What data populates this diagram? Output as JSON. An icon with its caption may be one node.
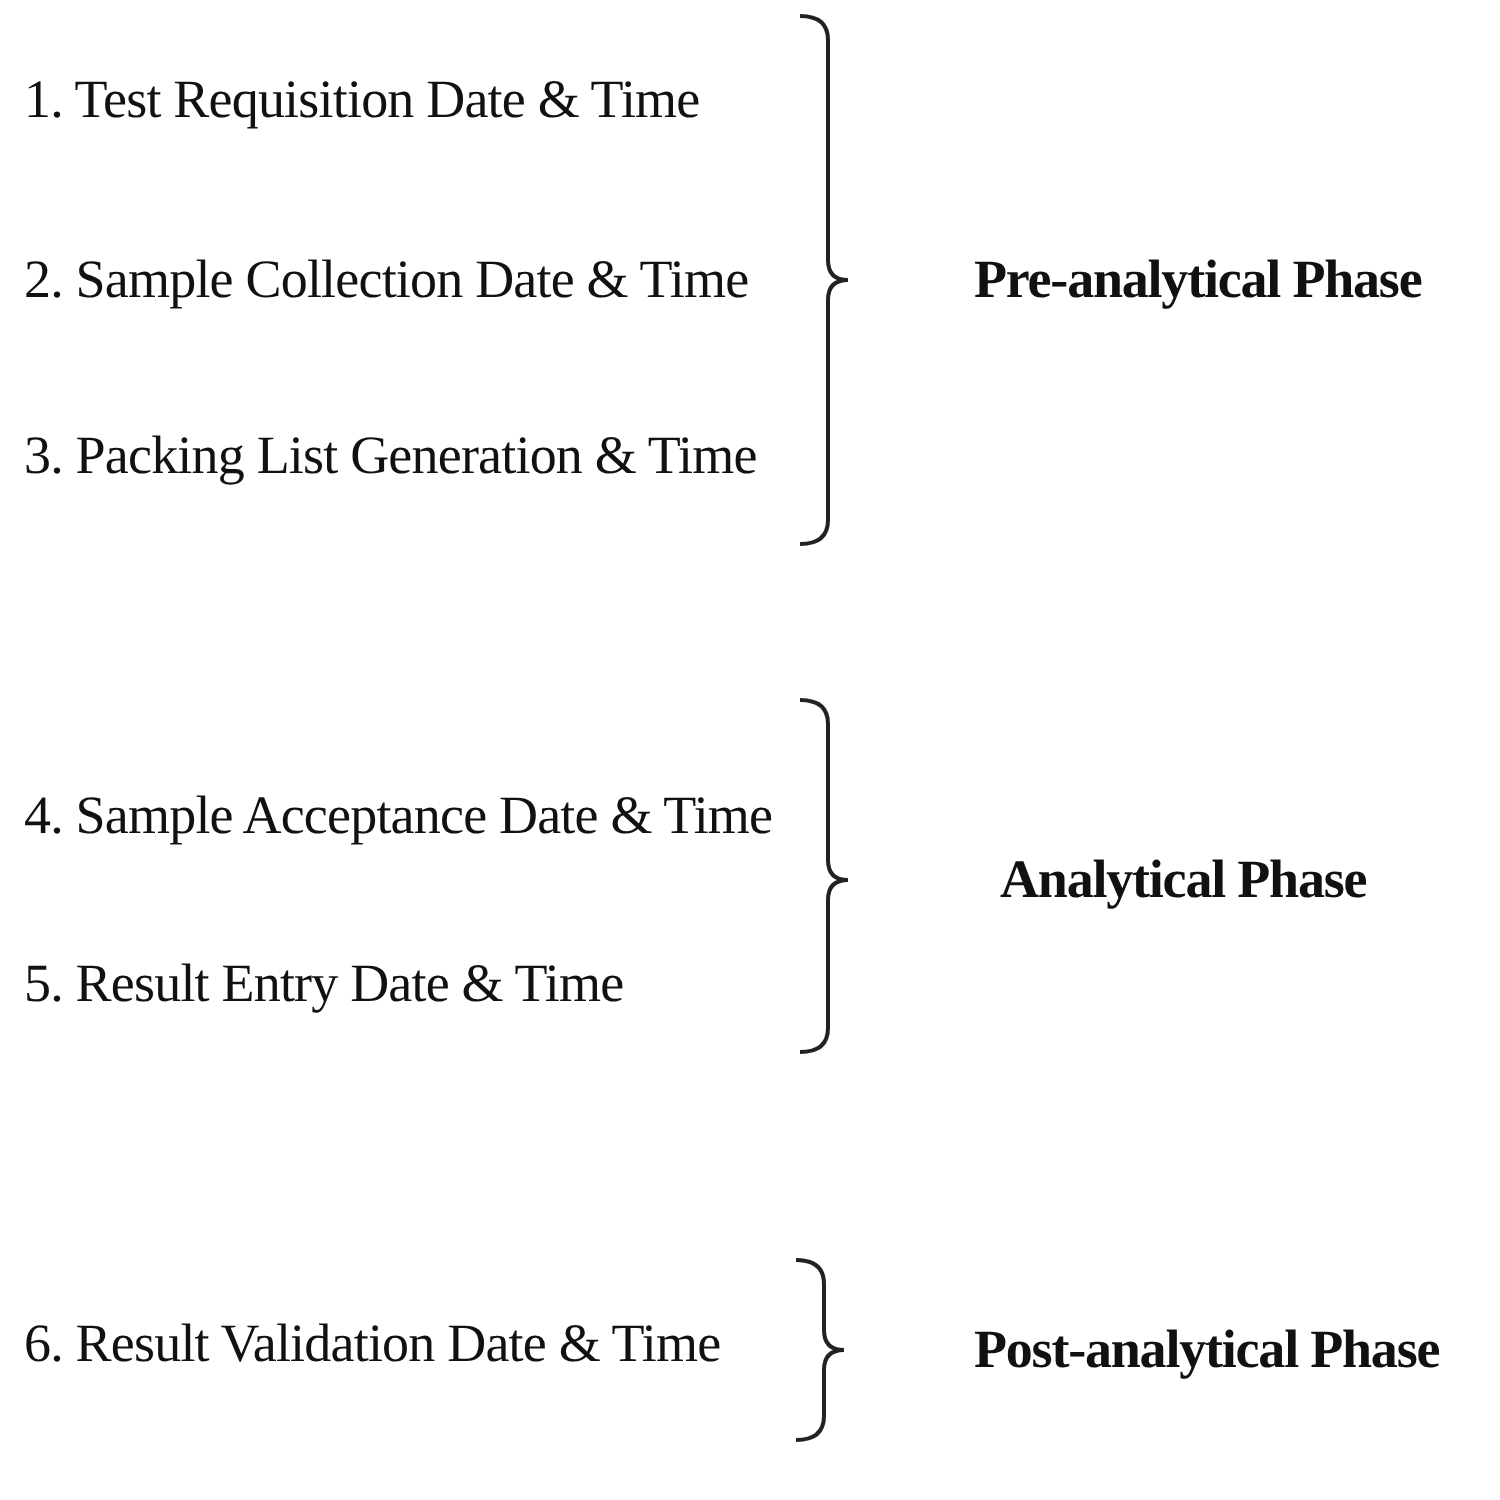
{
  "diagram": {
    "labels": [
      "1. Test Requisition Date & Time",
      "2. Sample Collection Date & Time",
      "3. Packing List Generation & Time",
      "Pre-analytical Phase",
      "4. Sample Acceptance Date & Time",
      "5. Result Entry Date & Time",
      "Analytical Phase",
      "6. Result Validation Date & Time",
      "Post-analytical Phase"
    ]
  }
}
